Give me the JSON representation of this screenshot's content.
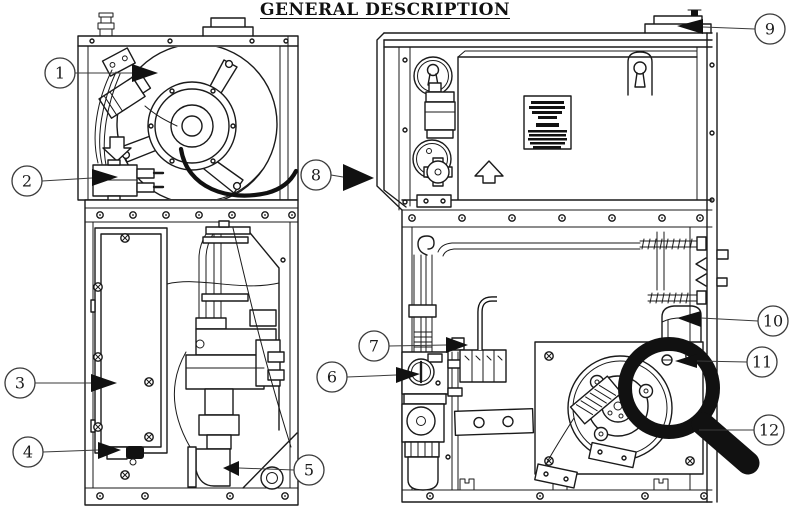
{
  "title": "GENERAL DESCRIPTION",
  "figure": {
    "type": "technical-line-diagram",
    "description_views": [
      "left-unit-front-view",
      "right-unit-side-view"
    ],
    "colors": {
      "line": "#1a1a1a",
      "background": "#ffffff",
      "magnifier": "#111111"
    },
    "icons": [
      {
        "name": "magnifier-icon"
      },
      {
        "name": "airflow-up-arrow"
      },
      {
        "name": "airflow-down-arrow"
      }
    ],
    "callouts": [
      {
        "number": "1"
      },
      {
        "number": "2"
      },
      {
        "number": "3"
      },
      {
        "number": "4"
      },
      {
        "number": "5"
      },
      {
        "number": "6"
      },
      {
        "number": "7"
      },
      {
        "number": "8"
      },
      {
        "number": "9"
      },
      {
        "number": "10"
      },
      {
        "number": "11"
      },
      {
        "number": "12"
      }
    ]
  }
}
